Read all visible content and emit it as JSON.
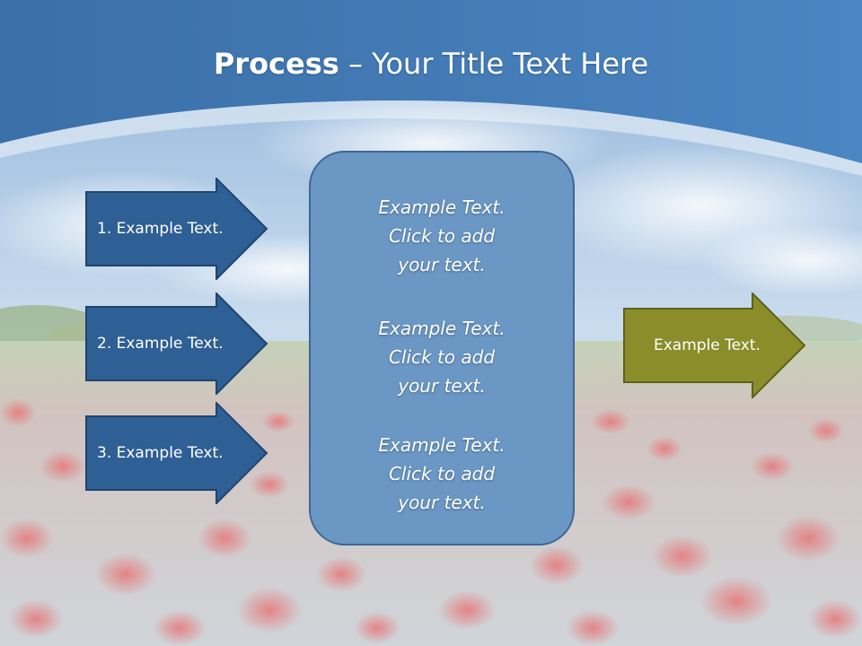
{
  "slide": {
    "title_bold": "Process",
    "title_dash": " – ",
    "title_rest": "Your Title Text Here"
  },
  "left_arrows": [
    {
      "label": "1. Example Text."
    },
    {
      "label": "2. Example Text."
    },
    {
      "label": "3. Example Text."
    }
  ],
  "center_box": {
    "paragraphs": [
      {
        "line1": "Example Text.",
        "line2": "Click  to add",
        "line3": "your text."
      },
      {
        "line1": "Example Text.",
        "line2": "Click  to add",
        "line3": "your text."
      },
      {
        "line1": "Example Text.",
        "line2": "Click  to add",
        "line3": "your text."
      }
    ]
  },
  "right_arrow": {
    "label": "Example Text."
  },
  "colors": {
    "header_blue": "#3e74ad",
    "left_arrow_fill": "#2e5f95",
    "center_box_fill": "#6a97c4",
    "right_arrow_fill": "#8a8d2a"
  }
}
